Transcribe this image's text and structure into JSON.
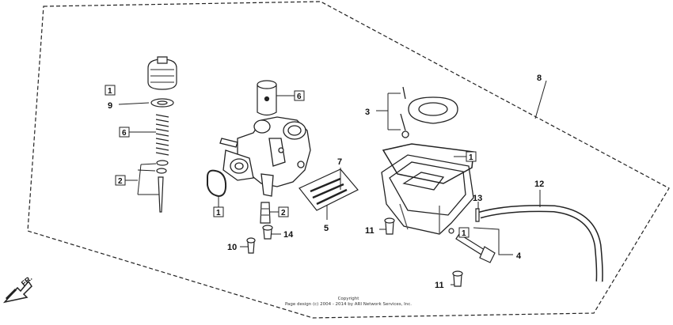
{
  "callouts": [
    {
      "id": "c8",
      "text": "8"
    },
    {
      "id": "c1a",
      "text": "1"
    },
    {
      "id": "c9",
      "text": "9"
    },
    {
      "id": "c6a",
      "text": "6"
    },
    {
      "id": "c2a",
      "text": "2"
    },
    {
      "id": "c6b",
      "text": "6"
    },
    {
      "id": "c3",
      "text": "3"
    },
    {
      "id": "c7",
      "text": "7"
    },
    {
      "id": "c1b",
      "text": "1"
    },
    {
      "id": "c12",
      "text": "12"
    },
    {
      "id": "c13",
      "text": "13"
    },
    {
      "id": "c1c",
      "text": "1"
    },
    {
      "id": "c2b",
      "text": "2"
    },
    {
      "id": "c5",
      "text": "5"
    },
    {
      "id": "c11a",
      "text": "11"
    },
    {
      "id": "c1d",
      "text": "1"
    },
    {
      "id": "c14",
      "text": "14"
    },
    {
      "id": "c10",
      "text": "10"
    },
    {
      "id": "c4",
      "text": "4"
    },
    {
      "id": "c11b",
      "text": "11"
    }
  ],
  "direction": "FR.",
  "copyright": {
    "line1": "Copyright",
    "line2": "Page design (c) 2004 - 2014 by ARI Network Services, Inc."
  }
}
